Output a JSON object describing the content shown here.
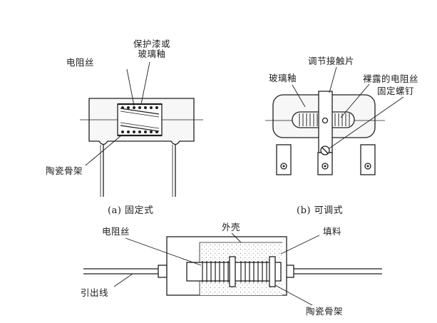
{
  "colors": {
    "ink": "#1f1f1f",
    "porcelain": "#efefef",
    "fill_speck": "#b5b5b5"
  },
  "fixed": {
    "caption": "(a) 固定式",
    "labels": {
      "wire": "电阻丝",
      "coat": "保护漆或\n玻璃釉",
      "former": "陶瓷骨架"
    }
  },
  "adjustable": {
    "caption": "(b) 可调式",
    "labels": {
      "glaze": "玻璃釉",
      "contact": "调节接触片",
      "bare_wire": "裸露的电阻丝",
      "screw": "固定螺钉"
    }
  },
  "wirewound": {
    "labels": {
      "wire": "电阻丝",
      "shell": "外壳",
      "filler": "填料",
      "lead": "引出线",
      "former": "陶瓷骨架"
    }
  }
}
